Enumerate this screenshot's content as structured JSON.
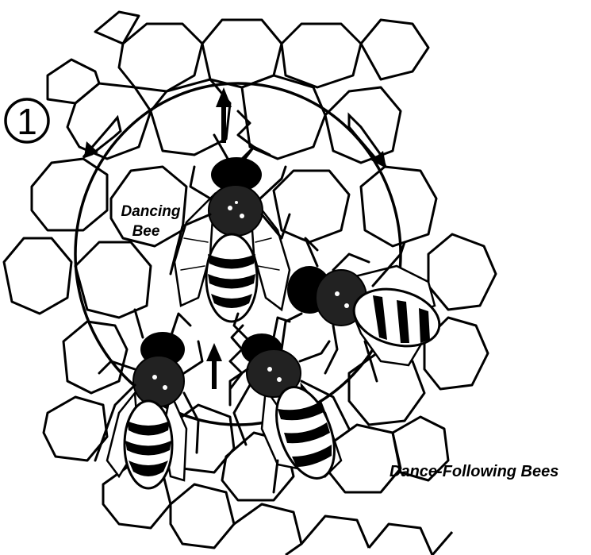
{
  "figure": {
    "step_number": "1",
    "labels": {
      "dancing_bee": [
        "Dancing",
        "Bee"
      ],
      "followers": "Dance-Following Bees"
    }
  }
}
